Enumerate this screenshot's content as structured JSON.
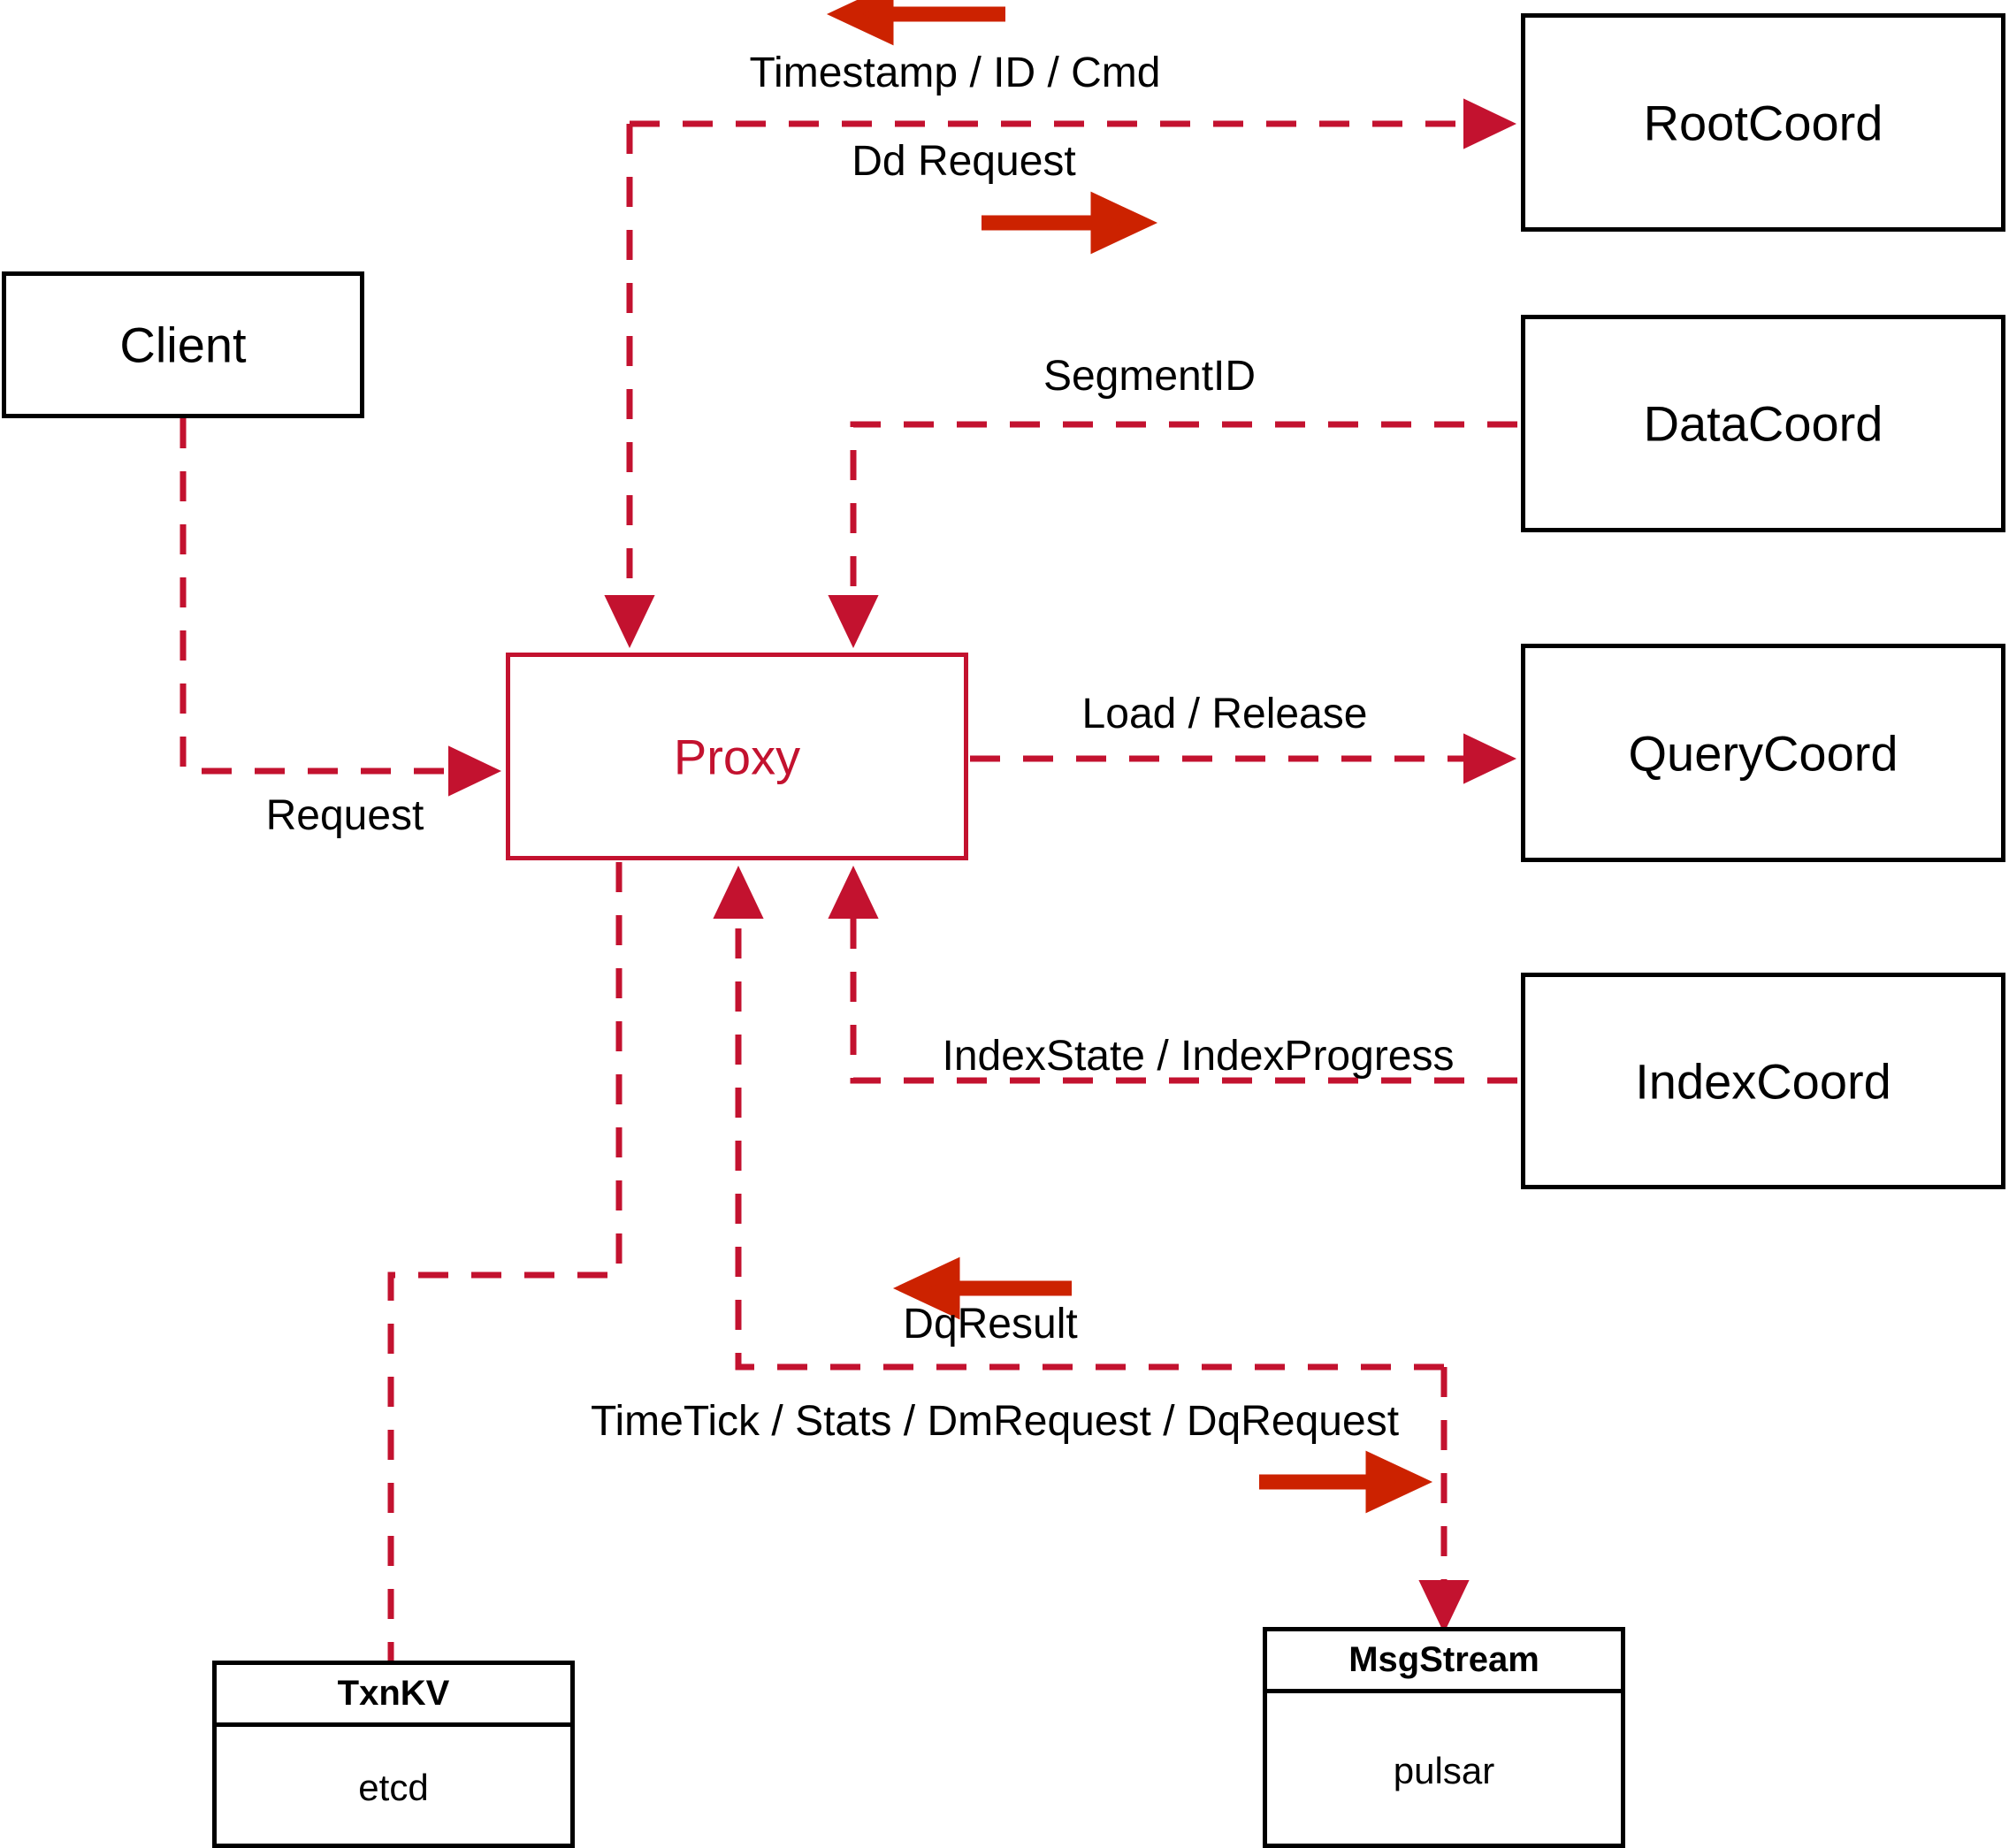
{
  "diagram": {
    "title": "Milvus Proxy interaction diagram",
    "colors": {
      "accent_red": "#c3122f",
      "arrow_red": "#cc2200",
      "node_black": "#000000"
    }
  },
  "nodes": {
    "client": {
      "label": "Client"
    },
    "proxy": {
      "label": "Proxy"
    },
    "root_coord": {
      "label": "RootCoord"
    },
    "data_coord": {
      "label": "DataCoord"
    },
    "query_coord": {
      "label": "QueryCoord"
    },
    "index_coord": {
      "label": "IndexCoord"
    },
    "txnkv": {
      "header": "TxnKV",
      "body": "etcd"
    },
    "msgstream": {
      "header": "MsgStream",
      "body": "pulsar"
    }
  },
  "edge_labels": {
    "timestamp_id_cmd": "Timestamp / ID / Cmd",
    "dd_request": "Dd Request",
    "segment_id": "SegmentID",
    "request": "Request",
    "load_release": "Load / Release",
    "index_state_progress": "IndexState / IndexProgress",
    "dq_result": "DqResult",
    "timetick_stats": "TimeTick / Stats / DmRequest / DqRequest"
  }
}
